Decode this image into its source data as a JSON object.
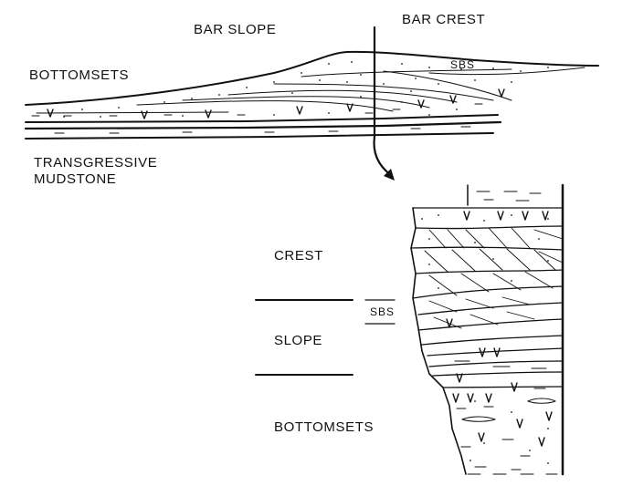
{
  "cross_section": {
    "labels": {
      "bar_slope": "BAR SLOPE",
      "bar_crest": "BAR CREST",
      "bottomsets": "BOTTOMSETS",
      "sbs": "SBS",
      "transgressive_line1": "TRANSGRESSIVE",
      "transgressive_line2": "MUDSTONE"
    }
  },
  "vertical_log": {
    "labels": {
      "crest": "CREST",
      "sbs": "SBS",
      "slope": "SLOPE",
      "bottomsets": "BOTTOMSETS"
    }
  }
}
